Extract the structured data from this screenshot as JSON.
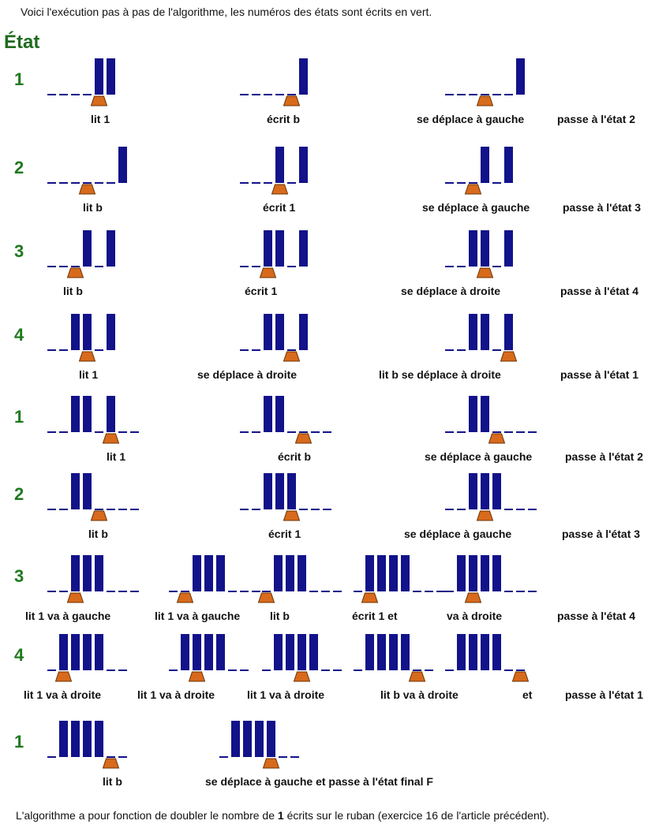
{
  "intro_text": "Voici l'exécution pas à pas de l'algorithme, les numéros des états sont écrits en vert.",
  "etat_label": "État",
  "outro": {
    "before": "L'algorithme a pour fonction de doubler le nombre de ",
    "bold": "1",
    "after": " écrits sur le ruban (exercice 16 de l'article précédent)."
  },
  "colors": {
    "state_number": "#1f7a1f",
    "bar": "#12128a",
    "head": "#d86a1c",
    "head_stroke": "#6b3300"
  },
  "rows": [
    {
      "state": "1",
      "tapes": [
        {
          "cells": "....11",
          "head": 4
        },
        {
          "cells": ".....1",
          "head": 4
        },
        {
          "cells": "......1",
          "head": 3
        }
      ],
      "labels": [
        "lit 1",
        "écrit b",
        "se déplace à gauche",
        "passe à l'état 2"
      ]
    },
    {
      "state": "2",
      "tapes": [
        {
          "cells": "......1",
          "head": 3
        },
        {
          "cells": "...1.1",
          "head": 3
        },
        {
          "cells": "...1.1",
          "head": 2
        }
      ],
      "labels": [
        "lit b",
        "écrit 1",
        "se déplace à gauche",
        "passe à l'état 3"
      ]
    },
    {
      "state": "3",
      "tapes": [
        {
          "cells": "...1.1",
          "head": 2
        },
        {
          "cells": "..11.1",
          "head": 2
        },
        {
          "cells": "..11.1",
          "head": 3
        }
      ],
      "labels": [
        "lit b",
        "écrit 1",
        "se déplace à droite",
        "passe à l'état  4"
      ]
    },
    {
      "state": "4",
      "tapes": [
        {
          "cells": "..11.1",
          "head": 3
        },
        {
          "cells": "..11.1",
          "head": 4
        },
        {
          "cells": "..11.1",
          "head": 5
        }
      ],
      "labels": [
        "lit 1",
        "se déplace à droite",
        "lit b   se déplace à droite",
        "passe à l'état  1"
      ]
    },
    {
      "state": "1",
      "tapes": [
        {
          "cells": "..11.1..",
          "head": 5
        },
        {
          "cells": "..11....",
          "head": 5
        },
        {
          "cells": "..11....",
          "head": 4
        }
      ],
      "labels": [
        "lit 1",
        "écrit b",
        "se déplace à gauche",
        "passe à l'état 2"
      ]
    },
    {
      "state": "2",
      "tapes": [
        {
          "cells": "..11....",
          "head": 4
        },
        {
          "cells": "..111...",
          "head": 4
        },
        {
          "cells": "..111...",
          "head": 3
        }
      ],
      "labels": [
        "lit b",
        "écrit 1",
        "se déplace à gauche",
        "passe à l'état 3"
      ]
    },
    {
      "state": "3",
      "tapes": [
        {
          "cells": "..111...",
          "head": 2
        },
        {
          "cells": "..111...",
          "head": 1
        },
        {
          "cells": ".111...",
          "head": 0
        },
        {
          "cells": ".1111...",
          "head": 1
        },
        {
          "cells": ".1111...",
          "head": 2
        }
      ],
      "labels": [
        "lit 1 va à gauche",
        "lit 1 va à gauche",
        "lit b",
        "écrit 1      et",
        "va à droite",
        "passe à l'état  4"
      ]
    },
    {
      "state": "4",
      "tapes": [
        {
          "cells": ".1111..",
          "head": 1
        },
        {
          "cells": ".1111..",
          "head": 2
        },
        {
          "cells": ".1111..",
          "head": 3
        },
        {
          "cells": ".1111..",
          "head": 5
        },
        {
          "cells": ".1111..",
          "head": 6
        }
      ],
      "labels": [
        "lit 1 va à droite",
        "lit 1 va à droite",
        "lit 1 va à droite",
        "lit b va à droite",
        "et",
        "passe à l'état 1"
      ]
    },
    {
      "state": "1",
      "tapes": [
        {
          "cells": ".1111..",
          "head": 5
        },
        {
          "cells": ".1111..",
          "head": 4
        }
      ],
      "labels": [
        "lit b",
        "se déplace à  gauche    et    passe à l'état  final F"
      ]
    }
  ]
}
